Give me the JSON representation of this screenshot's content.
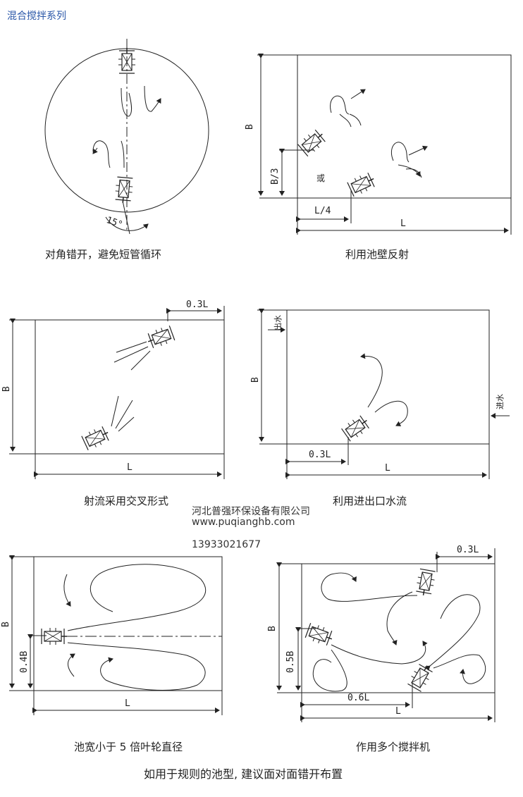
{
  "header": {
    "title": "混合搅拌系列"
  },
  "company": {
    "name": "河北普强环保设备有限公司",
    "website": "www.puqianghb.com",
    "phone": "13933021677"
  },
  "panels": {
    "p1": {
      "caption": "对角错开，避免短管循环",
      "angle_label": "15°"
    },
    "p2": {
      "caption": "利用池壁反射",
      "label_B": "B",
      "label_B3": "B/3",
      "label_L4": "L/4",
      "label_L": "L",
      "label_or": "或"
    },
    "p3": {
      "caption": "射流采用交叉形式",
      "label_03L": "0.3L",
      "label_B": "B",
      "label_L": "L"
    },
    "p4": {
      "caption": "利用进出口水流",
      "label_out": "出水",
      "label_in": "进水",
      "label_B": "B",
      "label_03L": "0.3L",
      "label_L": "L"
    },
    "p5": {
      "caption": "池宽小于 5 倍叶轮直径",
      "label_B": "B",
      "label_04B": "0.4B",
      "label_L": "L"
    },
    "p6": {
      "caption": "作用多个搅拌机",
      "label_03L": "0.3L",
      "label_B": "B",
      "label_05B": "0.5B",
      "label_06L": "0.6L",
      "label_L": "L"
    }
  },
  "footer": {
    "note": "如用于规则的池型, 建议面对面错开布置"
  }
}
